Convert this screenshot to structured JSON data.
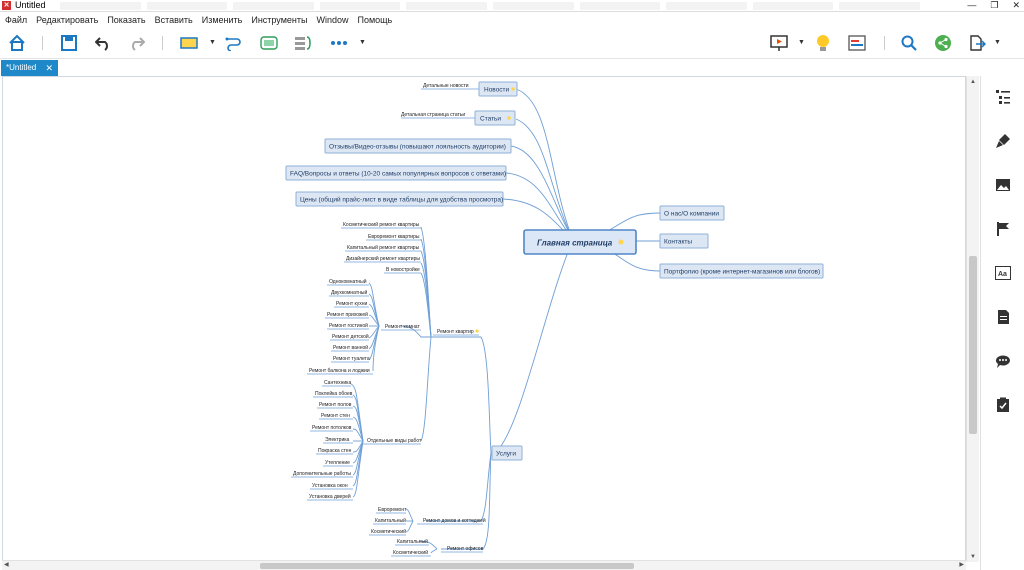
{
  "window": {
    "title": "Untitled",
    "app_icon": "xmind-icon"
  },
  "menu": [
    "Файл",
    "Редактировать",
    "Показать",
    "Вставить",
    "Изменить",
    "Инструменты",
    "Window",
    "Помощь"
  ],
  "tab": {
    "label": "*Untitled"
  },
  "map": {
    "central": "Главная страница",
    "right_branches": [
      "О нас/О компании",
      "Контакты",
      "Портфолио (кроме интернет-магазинов или блогов)"
    ],
    "left_top": [
      {
        "label": "Новости",
        "child": "Детальные новости"
      },
      {
        "label": "Статьи",
        "child": "Детальная страница статьи"
      },
      {
        "label": "Отзывы/Видео-отзывы (повышают лояльность аудитории)"
      },
      {
        "label": "FAQ/Вопросы и ответы (10-20 самых популярных вопросов с ответами)"
      },
      {
        "label": "Цены (общий прайс-лист в виде таблицы для удобства просмотра)"
      }
    ],
    "services": {
      "label": "Услуги",
      "remont_kvartir": {
        "label": "Ремонт квартир",
        "types": [
          "Косметический ремонт квартиры",
          "Евроремонт квартиры",
          "Капитальный ремонт квартиры",
          "Дизайнерский ремонт квартиры",
          "В новостройке"
        ],
        "rooms_label": "Ремонт комнат",
        "rooms": [
          "Однокомнатный",
          "Двухкомнатный",
          "Ремонт кухни",
          "Ремонт прихожей",
          "Ремонт гостиной",
          "Ремонт детской",
          "Ремонт ванной",
          "Ремонт туалета",
          "Ремонт балкона и лоджии"
        ],
        "works_label": "Отдельные виды работ",
        "works": [
          "Сантехника",
          "Поклейка обоев",
          "Ремонт полов",
          "Ремонт стен",
          "Ремонт потолков",
          "Электрика",
          "Покраска стен",
          "Утепление",
          "Дополнительные работы",
          "Установка окон",
          "Установка дверей"
        ]
      },
      "remont_domov": {
        "label": "Ремонт домов и коттеджей",
        "items": [
          "Евроремонт",
          "Капитальный",
          "Косметический"
        ]
      },
      "remont_ofisov": {
        "label": "Ремонт офисов",
        "items": [
          "Капитальный",
          "Косметический"
        ]
      }
    }
  }
}
